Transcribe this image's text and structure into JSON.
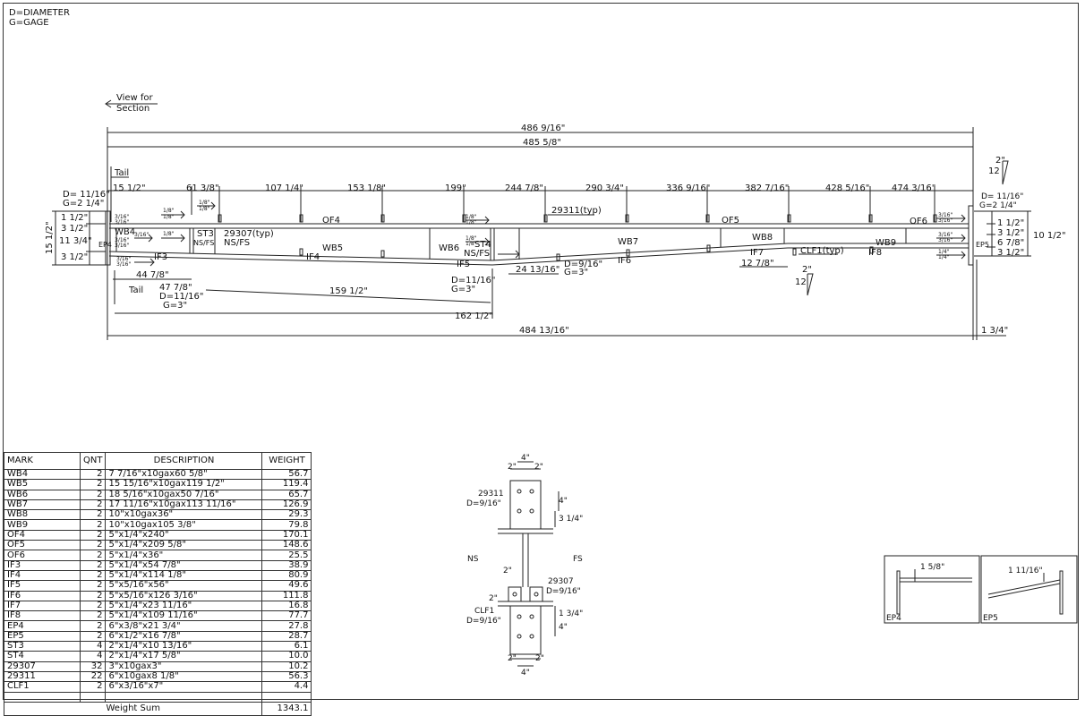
{
  "legend": [
    "D=DIAMETER",
    "G=GAGE"
  ],
  "view_label": [
    "View for",
    "Section"
  ],
  "truss": {
    "overall": [
      "486 9/16\"",
      "485 5/8\"",
      "484 13/16\"",
      "1 3/4\""
    ],
    "top_dims": [
      "15 1/2\"",
      "61 3/8\"",
      "107 1/4\"",
      "153 1/8\"",
      "199\"",
      "244 7/8\"",
      "290 3/4\"",
      "336 9/16\"",
      "382 7/16\"",
      "428 5/16\"",
      "474 3/16\""
    ],
    "members": [
      "WB4",
      "OF4",
      "ST3",
      "WB5",
      "IF3",
      "IF4",
      "WB6",
      "ST4",
      "IF5",
      "WB7",
      "IF6",
      "OF5",
      "WB8",
      "IF7",
      "WB9",
      "IF8",
      "OF6",
      "EP4",
      "EP5"
    ],
    "notes": [
      "Tail",
      "Tail",
      "29307(typ)",
      "NS/FS",
      "NS/FS",
      "NS/FS",
      "29311(typ)",
      "CLF1(typ)",
      "D= 11/16\"",
      "G=2 1/4\"",
      "D= 11/16\"",
      "G=2 1/4\"",
      "47 7/8\"",
      "D=11/16\"",
      "G=3\"",
      "D=11/16\"",
      "G=3\"",
      "D=9/16\"",
      "G=3\""
    ],
    "bottom_dims": [
      "44 7/8\"",
      "159 1/2\"",
      "162 1/2\"",
      "24 13/16\"",
      "12 7/8\""
    ],
    "left_dims": [
      "15 1/2\"",
      "1 1/2\"",
      "3 1/2\"",
      "11 3/4\"",
      "3 1/2\""
    ],
    "right_dims": [
      "1 1/2\"",
      "3 1/2\"",
      "6 7/8\"",
      "3 1/2\"",
      "10 1/2\""
    ],
    "slope": [
      "2\"",
      "12",
      "2\"",
      "12"
    ],
    "welds": [
      "3/16\"",
      "3/16\"",
      "1/8\"",
      "1/8\"",
      "1/8\"",
      "1/8\"",
      "3/16\"",
      "3/16\"",
      "3/16\"",
      "1/8\"",
      "3/16\"",
      "3/16\"",
      "1/8\"",
      "1/8\"",
      "1/8\"",
      "1/8\"",
      "3/16\"",
      "3/16\"",
      "3/16\"",
      "3/16\"",
      "1/4\"",
      "1/4\""
    ]
  },
  "section": {
    "labels": [
      "2\"",
      "4\"",
      "2\"",
      "29311",
      "D=9/16\"",
      "4\"",
      "3 1/4\"",
      "NS",
      "FS",
      "2\"",
      "29307",
      "D=9/16\"",
      "2\"",
      "CLF1",
      "D=9/16\"",
      "1 3/4\"",
      "4\"",
      "2\"",
      "2\"",
      "4\""
    ]
  },
  "details": {
    "ep4": {
      "label": "EP4",
      "dim": "1 5/8\""
    },
    "ep5": {
      "label": "EP5",
      "dim": "1 11/16\""
    }
  },
  "bom": {
    "headers": [
      "MARK",
      "QNT",
      "DESCRIPTION",
      "WEIGHT"
    ],
    "rows": [
      [
        "WB4",
        "2",
        "7 7/16\"x10gax60 5/8\"",
        "56.7"
      ],
      [
        "WB5",
        "2",
        "15 15/16\"x10gax119 1/2\"",
        "119.4"
      ],
      [
        "WB6",
        "2",
        "18 5/16\"x10gax50 7/16\"",
        "65.7"
      ],
      [
        "WB7",
        "2",
        "17 11/16\"x10gax113 11/16\"",
        "126.9"
      ],
      [
        "WB8",
        "2",
        "10\"x10gax36\"",
        "29.3"
      ],
      [
        "WB9",
        "2",
        "10\"x10gax105 3/8\"",
        "79.8"
      ],
      [
        "OF4",
        "2",
        "5\"x1/4\"x240\"",
        "170.1"
      ],
      [
        "OF5",
        "2",
        "5\"x1/4\"x209 5/8\"",
        "148.6"
      ],
      [
        "OF6",
        "2",
        "5\"x1/4\"x36\"",
        "25.5"
      ],
      [
        "IF3",
        "2",
        "5\"x1/4\"x54 7/8\"",
        "38.9"
      ],
      [
        "IF4",
        "2",
        "5\"x1/4\"x114 1/8\"",
        "80.9"
      ],
      [
        "IF5",
        "2",
        "5\"x5/16\"x56\"",
        "49.6"
      ],
      [
        "IF6",
        "2",
        "5\"x5/16\"x126 3/16\"",
        "111.8"
      ],
      [
        "IF7",
        "2",
        "5\"x1/4\"x23 11/16\"",
        "16.8"
      ],
      [
        "IF8",
        "2",
        "5\"x1/4\"x109 11/16\"",
        "77.7"
      ],
      [
        "EP4",
        "2",
        "6\"x3/8\"x21 3/4\"",
        "27.8"
      ],
      [
        "EP5",
        "2",
        "6\"x1/2\"x16 7/8\"",
        "28.7"
      ],
      [
        "ST3",
        "4",
        "2\"x1/4\"x10 13/16\"",
        "6.1"
      ],
      [
        "ST4",
        "4",
        "2\"x1/4\"x17 5/8\"",
        "10.0"
      ],
      [
        "29307",
        "32",
        "3\"x10gax3\"",
        "10.2"
      ],
      [
        "29311",
        "22",
        "6\"x10gax8 1/8\"",
        "56.3"
      ],
      [
        "CLF1",
        "2",
        "6\"x3/16\"x7\"",
        "4.4"
      ]
    ],
    "sum_label": "Weight Sum",
    "sum_value": "1343.1"
  }
}
